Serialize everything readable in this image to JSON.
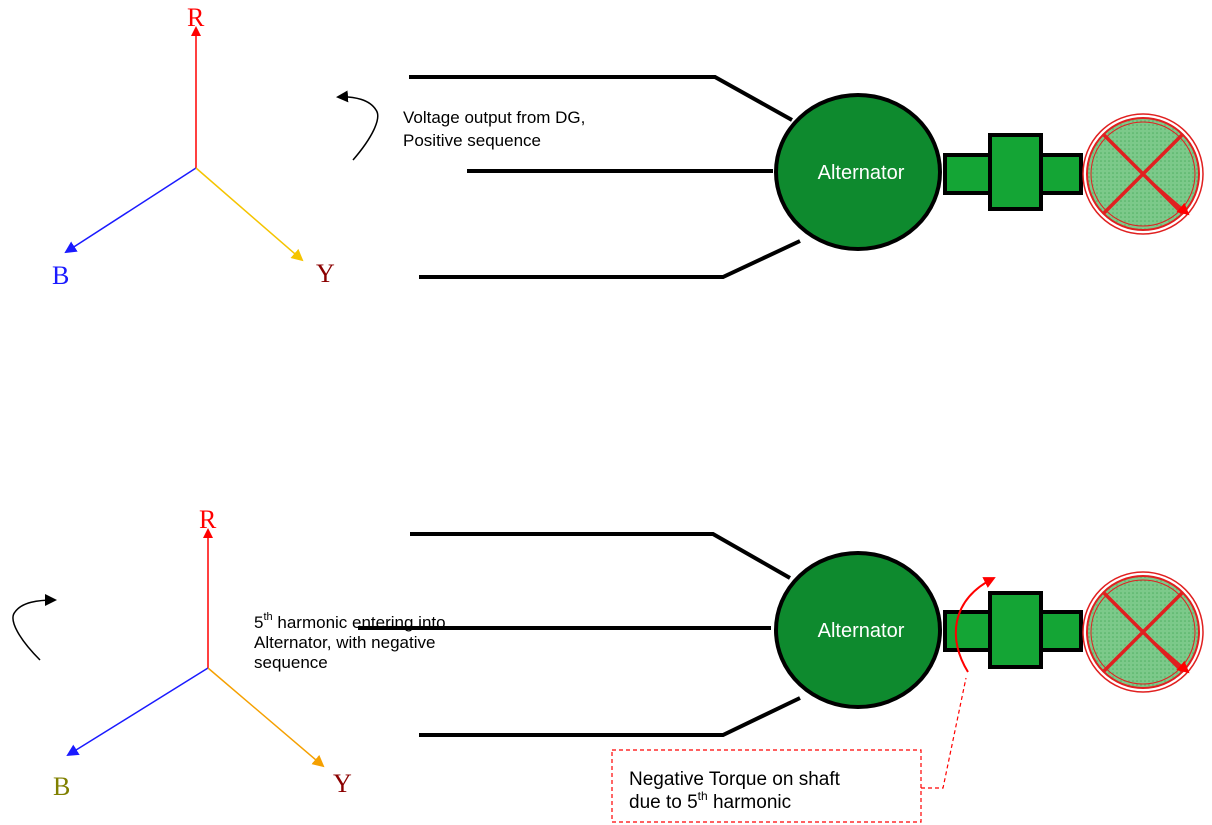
{
  "top": {
    "phases": {
      "r": "R",
      "y": "Y",
      "b": "B"
    },
    "note": {
      "line1": "Voltage output from DG,",
      "line2": "Positive sequence"
    },
    "alternator_label": "Alternator"
  },
  "bottom": {
    "phases": {
      "r": "R",
      "y": "Y",
      "b": "B"
    },
    "note": {
      "harmonic_number": "5",
      "harmonic_suffix": "th",
      "line1_rest": " harmonic entering into",
      "line2": "Alternator, with negative",
      "line3": "sequence"
    },
    "alternator_label": "Alternator",
    "torque_box": {
      "line1": "Negative Torque on shaft",
      "line2_prefix": "due to 5",
      "line2_suffix": "th",
      "line2_rest": " harmonic"
    }
  },
  "colors": {
    "phase_r": "#ff0000",
    "phase_y_top": "#f5c400",
    "phase_y_bottom": "#f5a000",
    "phase_b": "#1a1aff",
    "label_y": "#8b0000",
    "label_b_top": "#1a1aff",
    "label_b_bottom": "#808000",
    "alternator_fill": "#0e8a2e",
    "shaft_fill": "#14a535",
    "load_fill": "#7cc98a",
    "load_ring": "#e02020",
    "dashed": "#ff0000"
  },
  "icons": {
    "rotation_arrow": "curved-arrow-icon",
    "load_cross": "cross-icon"
  }
}
